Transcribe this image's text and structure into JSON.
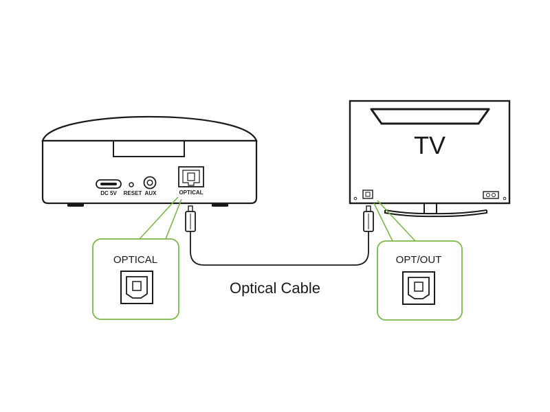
{
  "receiver": {
    "ports": {
      "dc": "DC 5V",
      "reset": "RESET",
      "aux": "AUX",
      "optical": "OPTICAL"
    }
  },
  "tv": {
    "label": "TV"
  },
  "callouts": {
    "left": {
      "label": "OPTICAL"
    },
    "right": {
      "label": "OPT/OUT"
    }
  },
  "cable": {
    "label": "Optical Cable"
  },
  "colors": {
    "accent": "#7ab648",
    "stroke": "#1a1a1a",
    "background": "#ffffff"
  }
}
